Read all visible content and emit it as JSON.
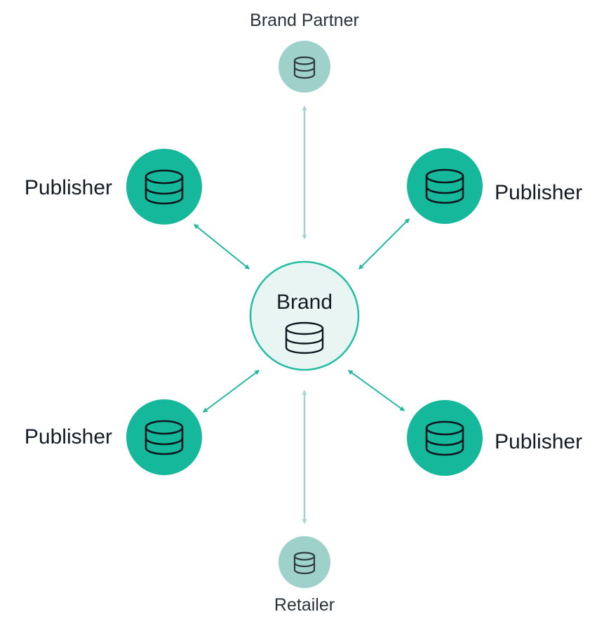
{
  "diagram": {
    "center": {
      "label": "Brand",
      "icon": "database-icon"
    },
    "top": {
      "label": "Brand Partner",
      "icon": "database-icon"
    },
    "bottom": {
      "label": "Retailer",
      "icon": "database-icon"
    },
    "publishers": {
      "top_left": {
        "label": "Publisher",
        "icon": "database-icon"
      },
      "top_right": {
        "label": "Publisher",
        "icon": "database-icon"
      },
      "bottom_left": {
        "label": "Publisher",
        "icon": "database-icon"
      },
      "bottom_right": {
        "label": "Publisher",
        "icon": "database-icon"
      }
    },
    "connections": [
      {
        "from": "Brand",
        "to": "Brand Partner",
        "direction": "bidirectional"
      },
      {
        "from": "Brand",
        "to": "Retailer",
        "direction": "bidirectional"
      },
      {
        "from": "Brand",
        "to": "Publisher (top-left)",
        "direction": "bidirectional"
      },
      {
        "from": "Brand",
        "to": "Publisher (top-right)",
        "direction": "bidirectional"
      },
      {
        "from": "Brand",
        "to": "Publisher (bottom-left)",
        "direction": "bidirectional"
      },
      {
        "from": "Brand",
        "to": "Publisher (bottom-right)",
        "direction": "bidirectional"
      }
    ],
    "colors": {
      "publisher_fill": "#16b89c",
      "publisher_icon": "#0d1720",
      "minor_fill": "#9fd1cb",
      "minor_icon": "#2e3a40",
      "minor_arrow": "#a4d4ce",
      "center_fill": "#e8f5f3",
      "center_stroke": "#22bda3",
      "center_icon": "#0d1720",
      "publisher_arrow": "#1fb89d"
    }
  }
}
